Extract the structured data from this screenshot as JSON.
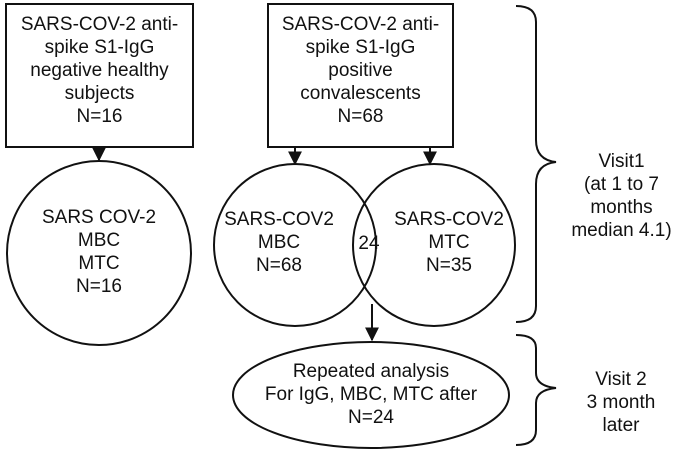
{
  "boxes": {
    "negative": {
      "lines": [
        "SARS-COV-2 anti-",
        "spike S1-IgG",
        "negative healthy",
        "subjects",
        "N=16"
      ]
    },
    "positive": {
      "lines": [
        "SARS-COV-2 anti-",
        "spike S1-IgG",
        "positive",
        "convalescents",
        "N=68"
      ]
    }
  },
  "circles": {
    "negative": {
      "lines": [
        "SARS COV-2",
        "MBC",
        "MTC",
        "N=16"
      ]
    },
    "mbc": {
      "lines": [
        "SARS-COV2",
        "MBC",
        "N=68"
      ]
    },
    "overlap": {
      "text": "24"
    },
    "mtc": {
      "lines": [
        "SARS-COV2",
        "MTC",
        "N=35"
      ]
    }
  },
  "ellipse": {
    "lines": [
      "Repeated analysis",
      "For IgG, MBC, MTC after",
      "N=24"
    ]
  },
  "visits": {
    "visit1": {
      "lines": [
        "Visit1",
        "(at 1 to 7",
        "months",
        "median 4.1)"
      ]
    },
    "visit2": {
      "lines": [
        "Visit 2",
        "3 month",
        "later"
      ]
    }
  },
  "colors": {
    "stroke": "#111111",
    "fill": "#ffffff",
    "text": "#111111"
  }
}
